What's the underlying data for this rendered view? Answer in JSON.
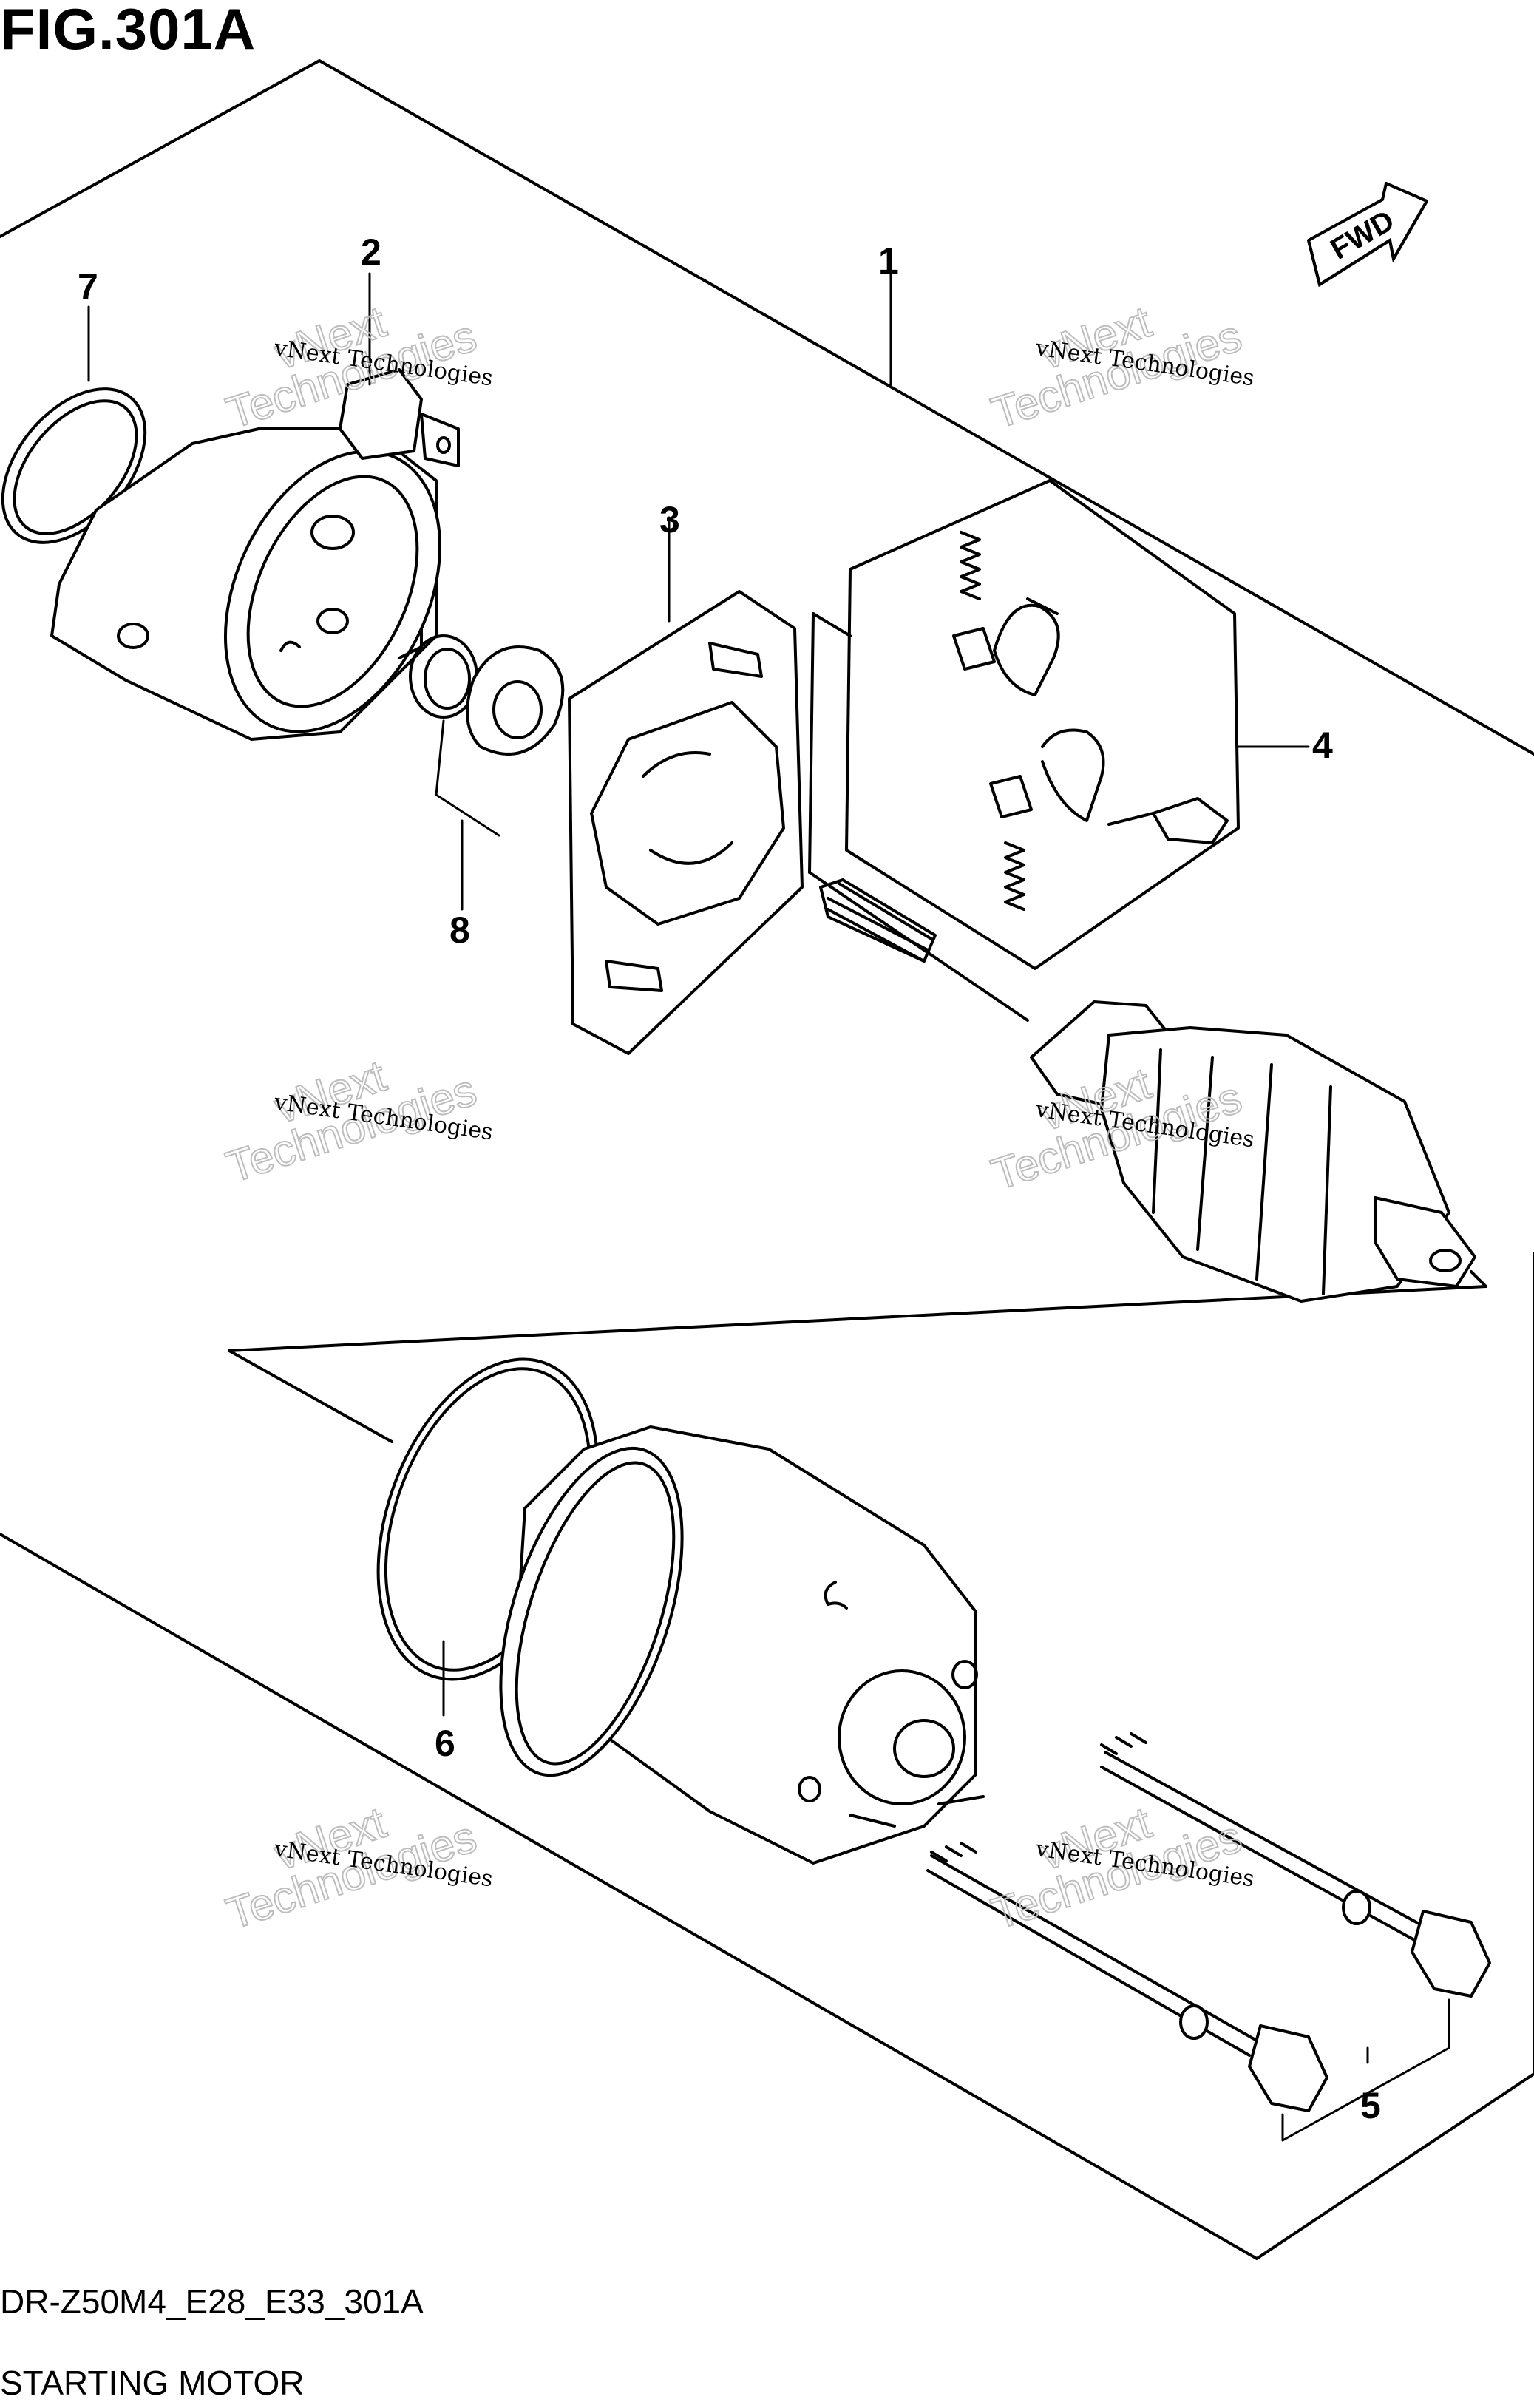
{
  "figure": {
    "title": "FIG.301A",
    "model_code": "DR-Z50M4_E28_E33_301A",
    "name": "STARTING MOTOR"
  },
  "direction_badge": "FWD",
  "callouts": [
    {
      "id": "callout-1",
      "label": "1"
    },
    {
      "id": "callout-2",
      "label": "2"
    },
    {
      "id": "callout-3",
      "label": "3"
    },
    {
      "id": "callout-4",
      "label": "4"
    },
    {
      "id": "callout-5",
      "label": "5"
    },
    {
      "id": "callout-6",
      "label": "6"
    },
    {
      "id": "callout-7",
      "label": "7"
    },
    {
      "id": "callout-8",
      "label": "8"
    }
  ],
  "watermark": {
    "small": "vNext Technologies",
    "large_top": "vNext",
    "large_bottom": "Technologies"
  }
}
